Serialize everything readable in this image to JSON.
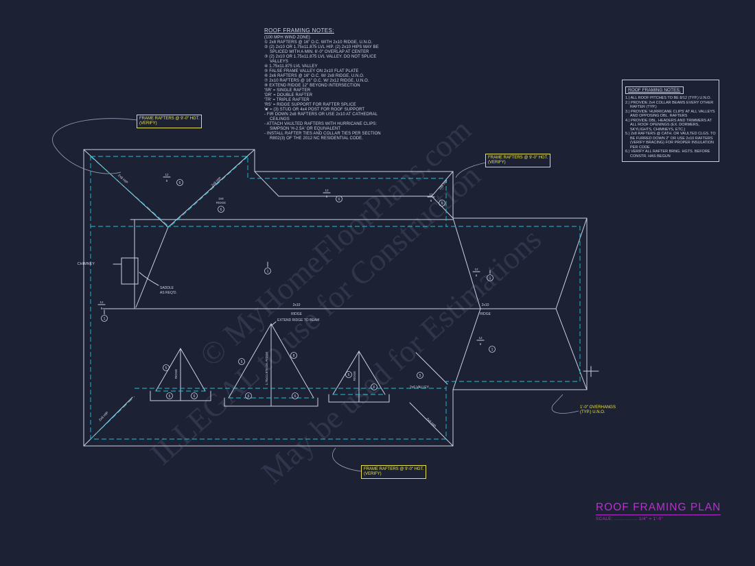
{
  "colors": {
    "background": "#1c2134",
    "line_white": "#ccd3e4",
    "dashed_cyan": "#22c4d8",
    "callout_yellow": "#e9e44f",
    "title_magenta": "#bb2fd0"
  },
  "watermarks": {
    "w1": "© MyHomeFloorPlans.com",
    "w2": "ILLEGAL to use for Construction",
    "w3": "May be used for Estimations"
  },
  "notes_top": {
    "title": "ROOF FRAMING NOTES:",
    "lines": [
      "(100 MPH WIND ZONE)",
      "① 2x8 RAFTERS @ 16\" O.C. WITH 2x10 RIDGE, U.N.O.",
      "② (2) 2x10 OR 1.75x11.875 LVL HIP. (2) 2x10 HIPS MAY BE SPLICED WITH A MIN. 6'-0\" OVERLAP AT CENTER",
      "③ (2) 2x10 OR 1.75x11.875 LVL VALLEY. DO NOT SPLICE VALLEYS",
      "④ 1.75x11.875 LVL VALLEY",
      "⑤ FALSE FRAME VALLEY ON 2x10 FLAT PLATE",
      "⑥ 2x6 RAFTERS @ 16\" O.C. W/ 2x8 RIDGE, U.N.O.",
      "⑦ 2x10 RAFTERS @ 16\" O.C. W/ 2x12 RIDGE, U.N.O.",
      "⑧ EXTEND RIDGE 12\" BEYOND INTERSECTION",
      "'SR' = SINGLE RAFTER",
      "'DR' = DOUBLE RAFTER",
      "'TR' = TRIPLE RAFTER",
      "'RS' = RIDGE SUPPORT FOR RAFTER SPLICE",
      "'■' = (3) STUD OR 4x4 POST FOR ROOF SUPPORT",
      "-  FIR DOWN 2x8 RAFTERS OR USE 2x10 AT CATHEDRAL CEILINGS",
      "-  ATTACH VAULTED RAFTERS WITH HURRICANE CLIPS: SIMPSON 'H-2.5A' OR EQUIVALENT",
      "-  INSTALL RAFTER TIES AND COLLAR TIES PER SECTION R802(3) OF THE 2012 NC RESIDENTIAL CODE."
    ]
  },
  "notes_right": {
    "title": "ROOF FRAMING NOTES:",
    "lines": [
      "1.) ALL ROOF PITCHES TO BE 8/12 (TYP.) U.N.O.",
      "2.) PROVIDE 2x4 COLLAR BEAMS EVERY OTHER RAFTER (TYP.)",
      "3.) PROVIDE 'HURRICANE CLIPS' AT ALL VALLEYS AND OPPOSING DBL. RAFTERS",
      "4.) PROVIDE DBL. HEADERS AND TRIMMERS AT ALL ROOF OPENINGS (EX. DORMERS, SKYLIGHTS, CHIMNEYS, ETC.)",
      "5.) 2x8 RAFTERS @ CATH. OR VAULTED CLGS. TO BE FURRED DOWN 2\" OR USE 2x10 RAFTERS (VERIFY BRACING) FOR PROPER INSULATION PER CODE",
      "6.) VERIFY ALL RAFTER BRNG. HGTS. BEFORE CONSTR. HAS BEGUN"
    ]
  },
  "callouts": {
    "frame_rafters_1": {
      "l1": "FRAME RAFTERS @ 9'-0\" HGT.",
      "l2": "(VERIFY)"
    },
    "frame_rafters_2": {
      "l1": "FRAME RAFTERS @ 9'-0\" HGT.",
      "l2": "(VERIFY)"
    },
    "frame_rafters_3": {
      "l1": "FRAME RAFTERS @ 9'-0\" HGT.",
      "l2": "(VERIFY)"
    },
    "overhang": {
      "l1": "1'-0\" OVERHANGS",
      "l2": "(TYP.) U.N.O."
    }
  },
  "titleblock": {
    "title": "ROOF FRAMING PLAN",
    "scale": "SCALE: ................ 1/4\" = 1'-0\""
  },
  "plan": {
    "labels": {
      "hip": "2x8 HIP",
      "valley": "2x6 VALLEY",
      "ridge": "RIDGE",
      "s2x8": "2x8",
      "s2x10": "2x10",
      "lvl": "1.75x11.875 LVL RIDGE",
      "chimney": "CHIMNEY",
      "saddle1": "SADDLE",
      "saddle2": "AS REQ'D.",
      "extend": "EXTEND RIDGE TO BEAM",
      "rise": "12",
      "run": "8"
    },
    "markers": [
      "6",
      "6",
      "6",
      "6",
      "1",
      "1",
      "1",
      "1",
      "5",
      "5",
      "5",
      "6",
      "6",
      "6",
      "6",
      "8",
      "6",
      "5"
    ]
  }
}
